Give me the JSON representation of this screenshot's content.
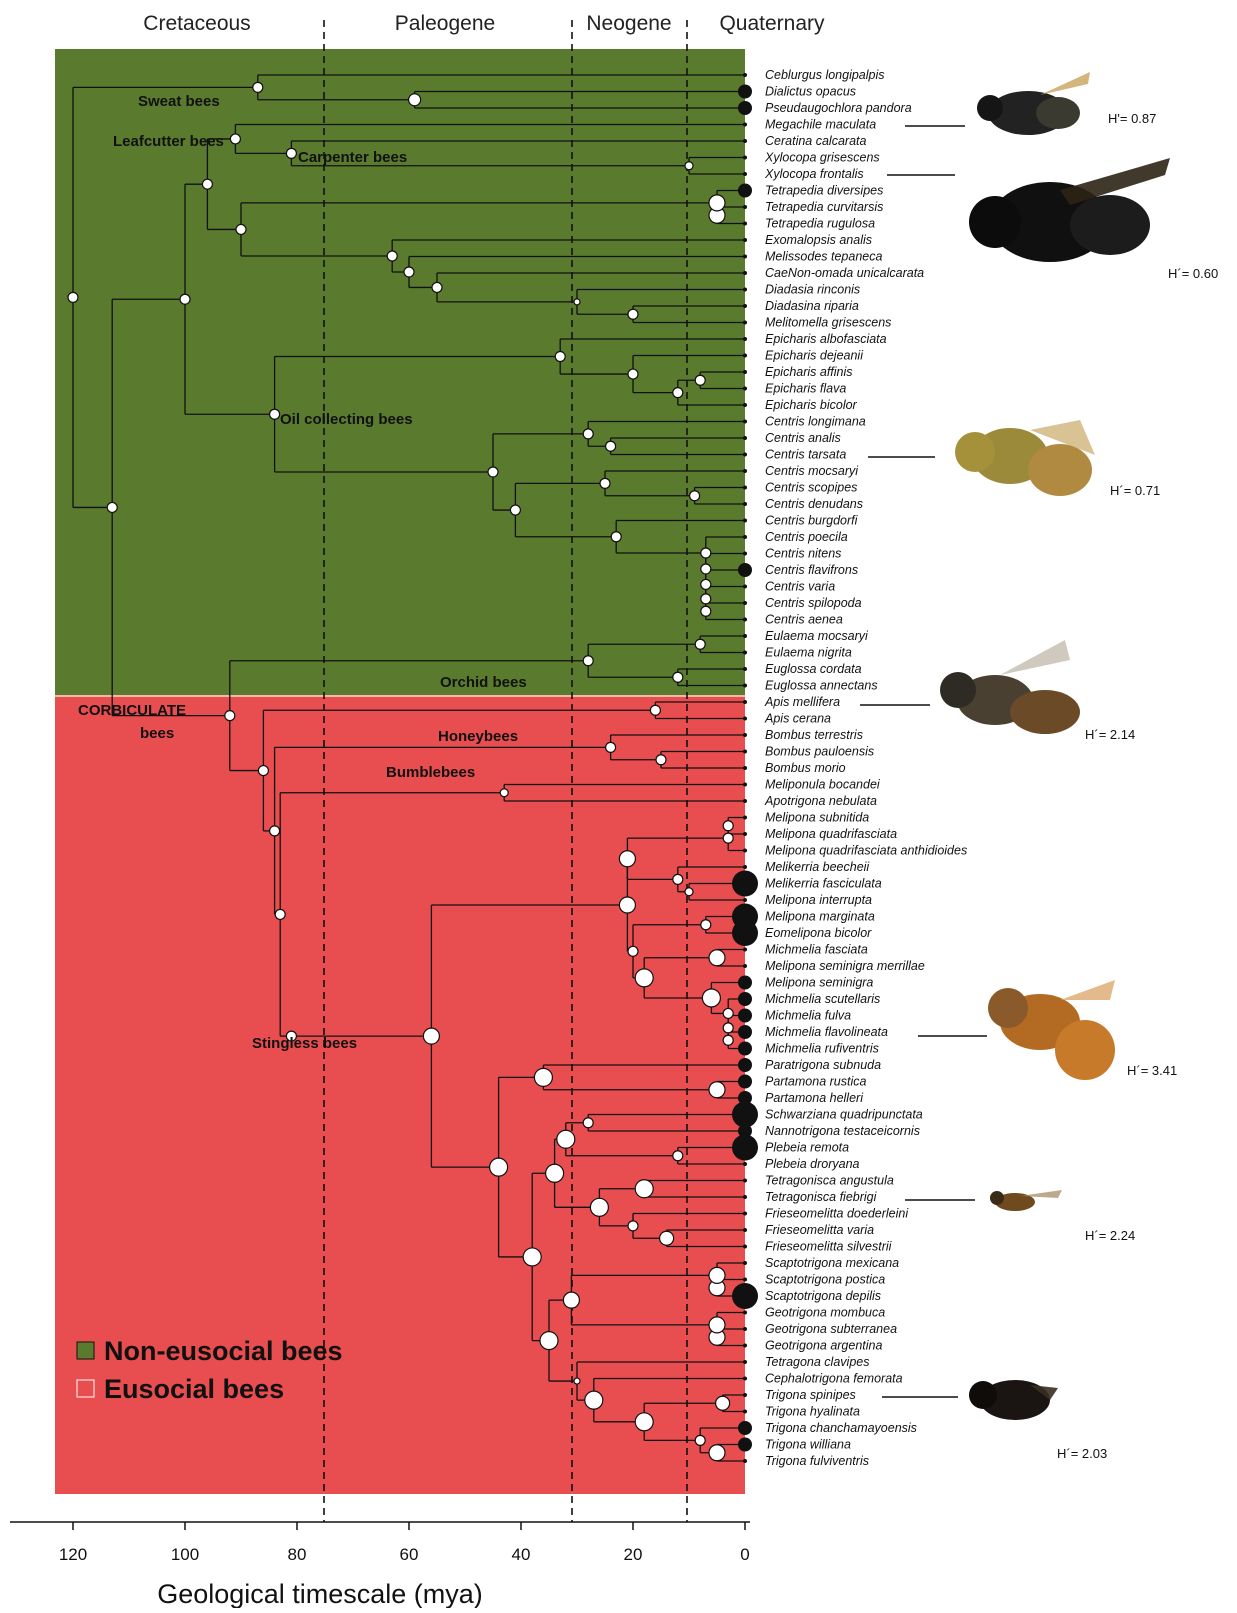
{
  "periods": [
    "Cretaceous",
    "Paleogene",
    "Neogene",
    "Quaternary"
  ],
  "x_axis": {
    "label": "Geological timescale (mya)",
    "ticks": [
      "120",
      "100",
      "80",
      "60",
      "40",
      "20",
      "0"
    ]
  },
  "legend": {
    "non_eusocial": "Non-eusocial bees",
    "eusocial": "Eusocial bees"
  },
  "colors": {
    "non_eusocial": "#5a7a2e",
    "eusocial": "#e84e4f",
    "boundary_line": "#f2b9a6"
  },
  "clades": {
    "sweat": "Sweat bees",
    "leafcutter": "Leafcutter bees",
    "carpenter": "Carpenter bees",
    "oil": "Oil collecting bees",
    "orchid": "Orchid bees",
    "corbiculate_1": "CORBICULATE",
    "corbiculate_2": "bees",
    "honey": "Honeybees",
    "bumble": "Bumblebees",
    "stingless": "Stingless bees"
  },
  "species": [
    "Ceblurgus longipalpis",
    "Dialictus opacus",
    "Pseudaugochlora pandora",
    "Megachile maculata",
    "Ceratina calcarata",
    "Xylocopa grisescens",
    "Xylocopa frontalis",
    "Tetrapedia diversipes",
    "Tetrapedia curvitarsis",
    "Tetrapedia rugulosa",
    "Exomalopsis analis",
    "Melissodes tepaneca",
    "CaeNon-omada unicalcarata",
    "Diadasia rinconis",
    "Diadasina riparia",
    "Melitomella grisescens",
    "Epicharis albofasciata",
    "Epicharis dejeanii",
    "Epicharis affinis",
    "Epicharis flava",
    "Epicharis bicolor",
    "Centris longimana",
    "Centris analis",
    "Centris tarsata",
    "Centris mocsaryi",
    "Centris scopipes",
    "Centris denudans",
    "Centris burgdorfi",
    "Centris poecila",
    "Centris nitens",
    "Centris flavifrons",
    "Centris varia",
    "Centris spilopoda",
    "Centris aenea",
    "Eulaema mocsaryi",
    "Eulaema nigrita",
    "Euglossa cordata",
    "Euglossa annectans",
    "Apis mellifera",
    "Apis cerana",
    "Bombus terrestris",
    "Bombus pauloensis",
    "Bombus morio",
    "Meliponula bocandei",
    "Apotrigona nebulata",
    "Melipona subnitida",
    "Melipona quadrifasciata",
    "Melipona quadrifasciata anthidioides",
    "Melikerria beecheii",
    "Melikerria fasciculata",
    "Melipona interrupta",
    "Melipona marginata",
    "Eomelipona bicolor",
    "Michmelia fasciata",
    "Melipona seminigra merrillae",
    "Melipona seminigra",
    "Michmelia scutellaris",
    "Michmelia fulva",
    "Michmelia flavolineata",
    "Michmelia rufiventris",
    "Paratrigona subnuda",
    "Partamona rustica",
    "Partamona helleri",
    "Schwarziana quadripunctata",
    "Nannotrigona testaceicornis",
    "Plebeia remota",
    "Plebeia droryana",
    "Tetragonisca angustula",
    "Tetragonisca fiebrigi",
    "Frieseomelitta doederleini",
    "Frieseomelitta varia",
    "Frieseomelitta silvestrii",
    "Scaptotrigona mexicana",
    "Scaptotrigona postica",
    "Scaptotrigona depilis",
    "Geotrigona mombuca",
    "Geotrigona subterranea",
    "Geotrigona argentina",
    "Tetragona clavipes",
    "Cephalotrigona femorata",
    "Trigona spinipes",
    "Trigona hyalinata",
    "Trigona chanchamayoensis",
    "Trigona williana",
    "Trigona fulviventris"
  ],
  "tip_sizes": [
    0,
    1,
    1,
    0,
    0,
    0,
    0,
    1,
    0,
    0,
    0,
    0,
    0,
    0,
    0,
    0,
    0,
    0,
    0,
    0,
    0,
    0,
    0,
    0,
    0,
    0,
    0,
    0,
    0,
    0,
    1,
    0,
    0,
    0,
    0,
    0,
    0,
    0,
    0,
    0,
    0,
    0,
    0,
    0,
    0,
    0,
    0,
    0,
    0,
    2,
    0,
    2,
    2,
    0,
    0,
    1,
    1,
    1,
    1,
    1,
    1,
    1,
    1,
    2,
    1,
    2,
    0,
    0,
    0,
    0,
    0,
    0,
    0,
    0,
    2,
    0,
    0,
    0,
    0,
    0,
    0,
    0,
    1,
    1,
    0
  ],
  "h_values": [
    "H'= 0.87",
    "H´= 0.60",
    "H´= 0.71",
    "H´= 2.14",
    "H´= 3.41",
    "H´= 2.24",
    "H´= 2.03"
  ]
}
